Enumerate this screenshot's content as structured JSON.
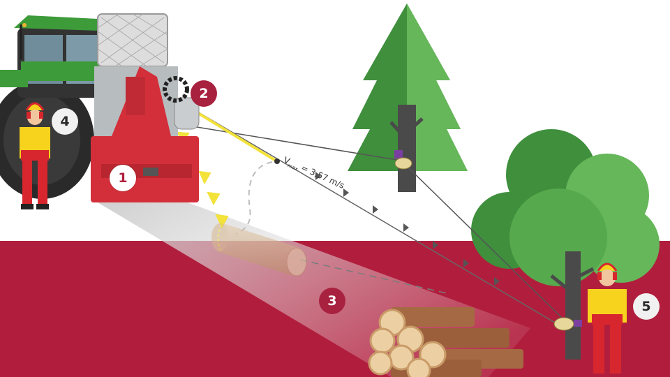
{
  "labels": {
    "n1": "1",
    "n2": "2",
    "n3": "3",
    "n4": "4",
    "n5": "5"
  },
  "speed": {
    "symbol": "V",
    "subscript": "max",
    "value": " = 3,57 m/s"
  },
  "colors": {
    "ground": "#b11e3d",
    "winch": "#d32f3a",
    "tractor": "#3e9b3a",
    "tree_dark": "#3f8f3d",
    "tree_light": "#66b65a",
    "rope_yellow": "#f2e23a",
    "worker_yellow": "#f7d31e",
    "worker_red": "#d7262d"
  }
}
